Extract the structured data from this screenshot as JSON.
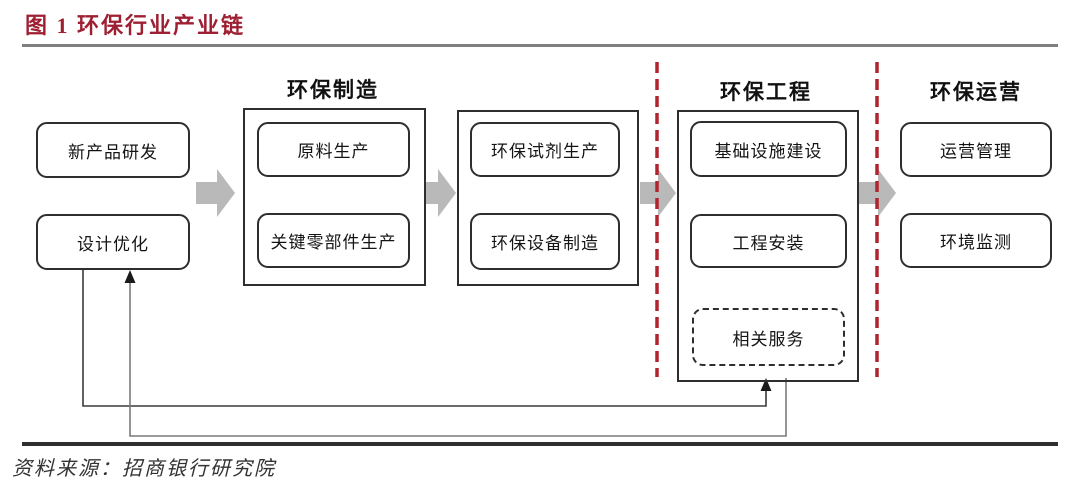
{
  "figure": {
    "title": "图 1 环保行业产业链",
    "source_note": "资料来源：招商银行研究院"
  },
  "colors": {
    "title_red": "#9e1f32",
    "phase_divider_red": "#b1242f",
    "block_arrow_gray": "#b9b9b9",
    "top_rule_gray": "#7f7f7f",
    "bottom_rule_dark": "#2f2f2f",
    "box_border": "#2e2e2e",
    "feedback_line_dark": "#3a3a3a",
    "feedback_line_gray": "#7a7a7a",
    "arrowhead_black": "#1a1a1a"
  },
  "diagram": {
    "stages": [
      {
        "header": "",
        "boxes": [
          "新产品研发",
          "设计优化"
        ]
      },
      {
        "header": "环保制造",
        "boxes": [
          "原料生产",
          "关键零部件生产"
        ]
      },
      {
        "header": "",
        "boxes": [
          "环保试剂生产",
          "环保设备制造"
        ]
      },
      {
        "header": "环保工程",
        "boxes": [
          "基础设施建设",
          "工程安装",
          "相关服务"
        ]
      },
      {
        "header": "环保运营",
        "boxes": [
          "运营管理",
          "环境监测"
        ]
      }
    ]
  }
}
